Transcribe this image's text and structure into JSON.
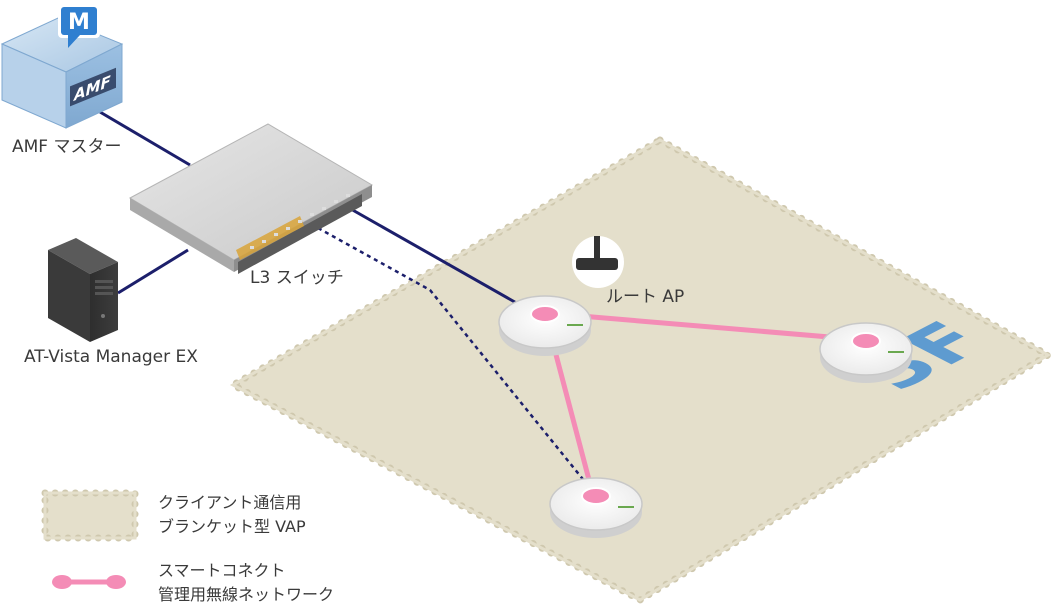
{
  "labels": {
    "amf_master": "AMF マスター",
    "l3_switch": "L3 スイッチ",
    "vista_manager": "AT-Vista Manager EX",
    "root_ap": "ルート AP",
    "floor": "3F",
    "amf_badge": "M",
    "amf_logo": "AMF"
  },
  "legend": {
    "vap_line1": "クライアント通信用",
    "vap_line2": "ブランケット型 VAP",
    "smart_line1": "スマートコネクト",
    "smart_line2": "管理用無線ネットワーク"
  },
  "colors": {
    "floor_fill": "#e4dfcb",
    "floor_edge": "#cfc8ae",
    "wired_link": "#1c1f6b",
    "smart_connect": "#f48cb6",
    "floor_text": "#5e9bd0",
    "amf_box": "#8ab3d8",
    "badge": "#2f7fd0"
  },
  "icons": [
    "server-icon",
    "switch-icon",
    "access-point-icon",
    "root-ap-marker-icon",
    "amf-badge-icon"
  ]
}
